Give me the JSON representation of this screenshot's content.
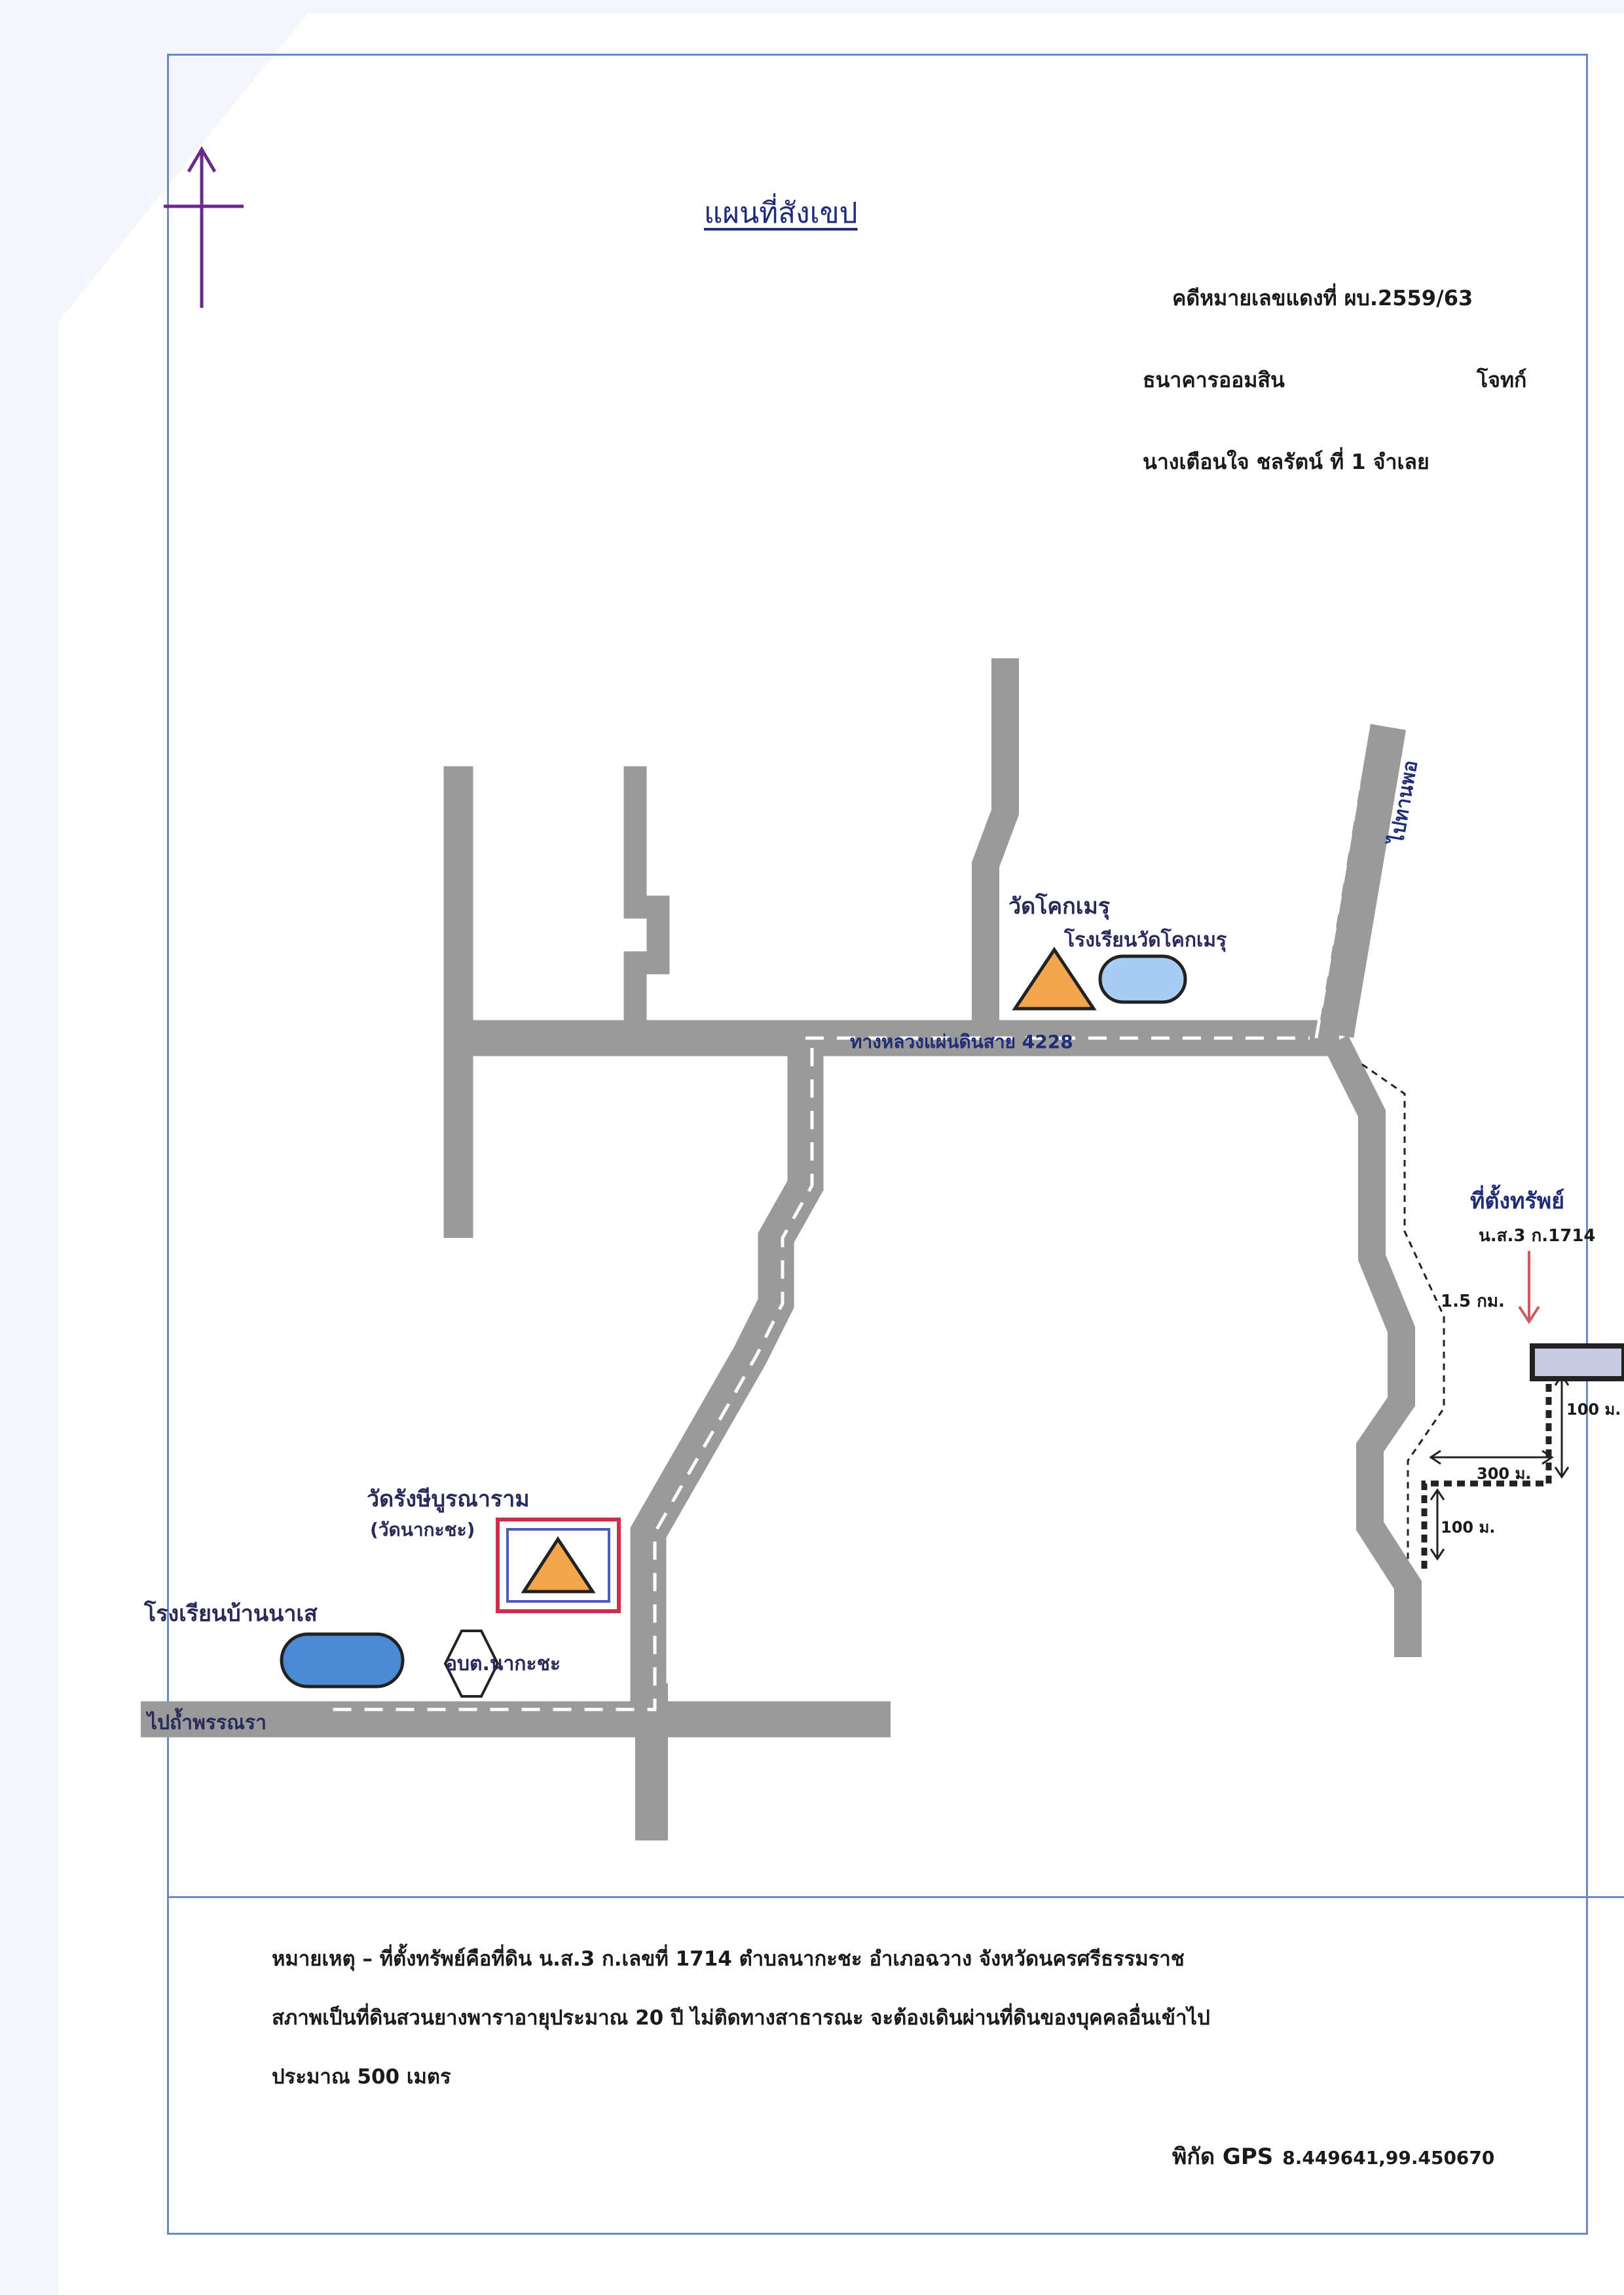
{
  "document": {
    "title": "แผนที่สังเขป",
    "case_number": "คดีหมายเลขแดงที่ ผบ.2559/63",
    "plaintiff": "ธนาคารออมสิน",
    "plaintiff_role": "โจทก์",
    "defendant": "นางเตือนใจ  ชลรัตน์  ที่ 1   จำเลย"
  },
  "map": {
    "labels": {
      "temple_kokmeru": "วัดโคกเมรุ",
      "school_kokmeru": "โรงเรียนวัดโคกเมรุ",
      "highway": "ทางหลวงแผ่นดินสาย 4228",
      "to_thung_pho": "ไปทานพอ",
      "property_title": "ที่ตั้งทรัพย์",
      "property_deed": "น.ส.3 ก.1714",
      "dist_1_5km": "1.5 กม.",
      "dist_100m_a": "100 ม.",
      "dist_300m": "300 ม.",
      "dist_100m_b": "100 ม.",
      "temple_rangsi": "วัดรังษีบูรณาราม",
      "temple_rangsi_alt": "(วัดนากะชะ)",
      "school_nases": "โรงเรียนบ้านนาเส",
      "sao_nakacha": "อบต.นากะชะ",
      "to_tham_phannara": "ไปถ้ำพรรณรา"
    },
    "colors": {
      "road": "#9a9a9a",
      "temple": "#f2a54a",
      "school": "#4d8ad6",
      "school_light": "#a7cdf2",
      "property_marker": "#d35a5a",
      "frame_red": "#c9304a",
      "frame_blue": "#4460b8"
    },
    "icons": [
      "north-arrow-icon",
      "temple-triangle-icon",
      "school-pill-icon",
      "sao-hexagon-icon",
      "property-pointer-arrow-icon"
    ]
  },
  "notes": {
    "line1": "หมายเหตุ – ที่ตั้งทรัพย์คือที่ดิน  น.ส.3 ก.เลขที่   1714  ตำบลนากะชะ  อำเภอฉวาง  จังหวัดนครศรีธรรมราช",
    "line2": "สภาพเป็นที่ดินสวนยางพาราอายุประมาณ 20 ปี  ไม่ติดทางสาธารณะ  จะต้องเดินผ่านที่ดินของบุคคลอื่นเข้าไป",
    "line3": "ประมาณ  500 เมตร"
  },
  "gps": {
    "label": "พิกัด GPS",
    "coords": "8.449641,99.450670"
  }
}
